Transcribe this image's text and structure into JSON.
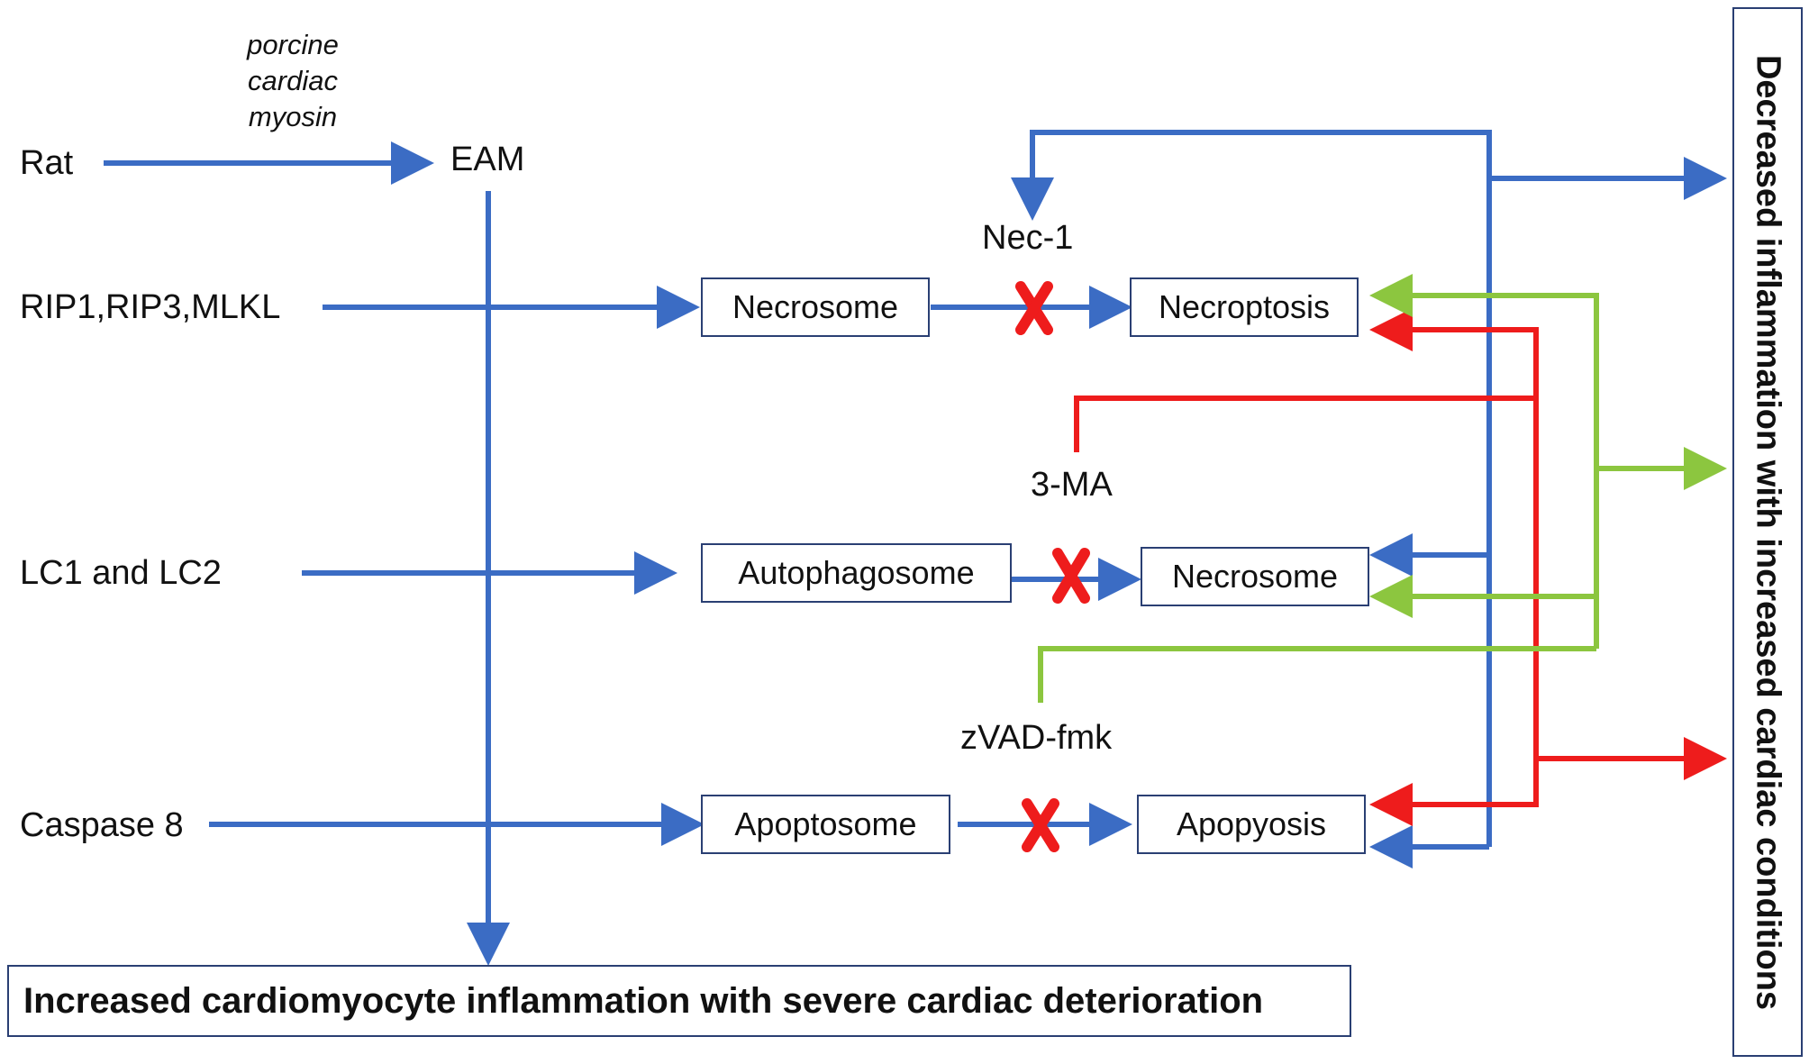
{
  "colors": {
    "blue": "#3b6cc4",
    "red": "#ee1c1c",
    "green": "#8cc63f",
    "box_border": "#2a3f73"
  },
  "labels": {
    "rat": "Rat",
    "porcine": "porcine",
    "cardiac": "cardiac",
    "myosin": "myosin",
    "eam": "EAM",
    "rip": "RIP1,RIP3,MLKL",
    "lc": "LC1 and LC2",
    "caspase": "Caspase 8",
    "nec1": "Nec-1",
    "ma3": "3-MA",
    "zvad": "zVAD-fmk"
  },
  "boxes": {
    "necrosome_left": "Necrosome",
    "necroptosis": "Necroptosis",
    "autophagosome": "Autophagosome",
    "necrosome_right": "Necrosome",
    "apoptosome": "Apoptosome",
    "apopyosis": "Apopyosis"
  },
  "outcomes": {
    "bottom": "Increased cardiomyocyte inflammation with severe cardiac deterioration",
    "right": "Decreased inflammation with increased cardiac conditions"
  },
  "inhibition_marks": [
    "necrosome-to-necroptosis",
    "autophagosome-to-necrosome",
    "apoptosome-to-apopyosis"
  ]
}
